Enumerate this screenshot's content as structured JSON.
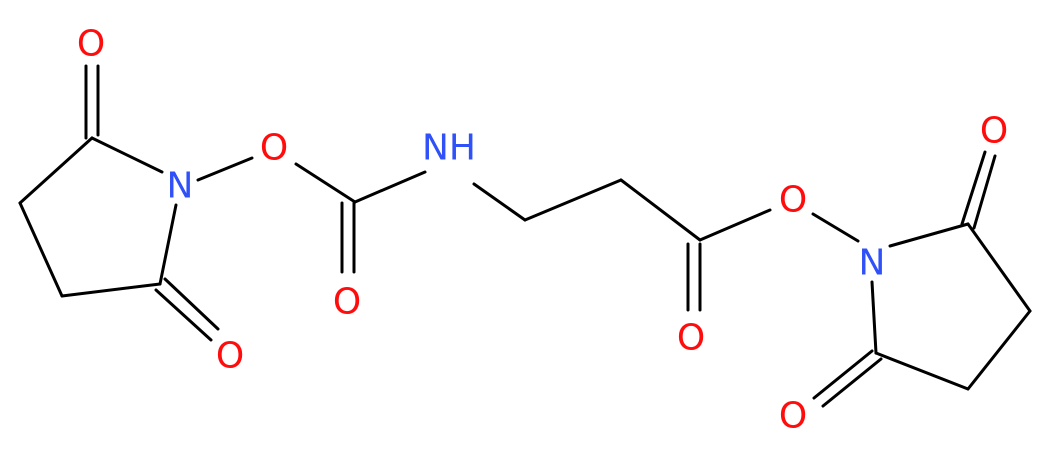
{
  "diagram_type": "skeletal structural formula",
  "colors": {
    "bond": "#000000",
    "oxygen": "#ff0d0d",
    "nitrogen": "#3050f8",
    "background": "#ffffff"
  },
  "atom_labels": {
    "left_ring_top_carbonyl_oxygen": "O",
    "left_ring_nitrogen": "N",
    "left_ring_bottom_carbonyl_oxygen": "O",
    "left_linker_oxygen": "O",
    "carbamate_carbonyl_oxygen": "O",
    "carbamate_nh": "NH",
    "ester_linker_oxygen": "O",
    "ester_carbonyl_oxygen": "O",
    "right_ring_nitrogen": "N",
    "right_ring_top_carbonyl_oxygen": "O",
    "right_ring_bottom_carbonyl_oxygen": "O"
  }
}
